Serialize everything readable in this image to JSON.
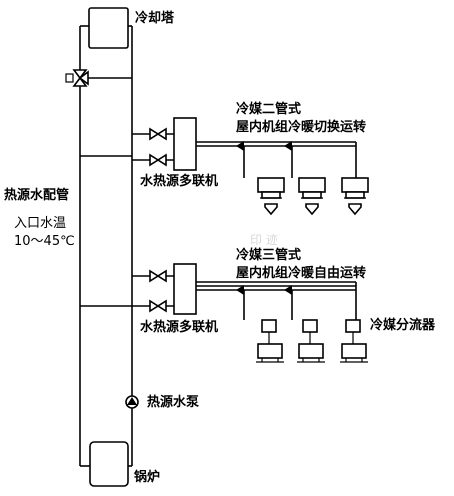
{
  "labels": {
    "cooling_tower": "冷却塔",
    "heat_source_pipe": "热源水配管",
    "inlet_temp_title": "入口水温",
    "inlet_temp_range": "10～45℃",
    "unit_upper": "水热源多联机",
    "unit_lower": "水热源多联机",
    "upper_system_line1": "冷媒二管式",
    "upper_system_line2": "屋内机组冷暖切换运转",
    "lower_system_line1": "冷媒三管式",
    "lower_system_line2": "屋内机组冷暖自由运转",
    "refrigerant_distributor": "冷媒分流器",
    "pump": "热源水泵",
    "boiler": "锅炉",
    "watermark": "印 迹"
  }
}
